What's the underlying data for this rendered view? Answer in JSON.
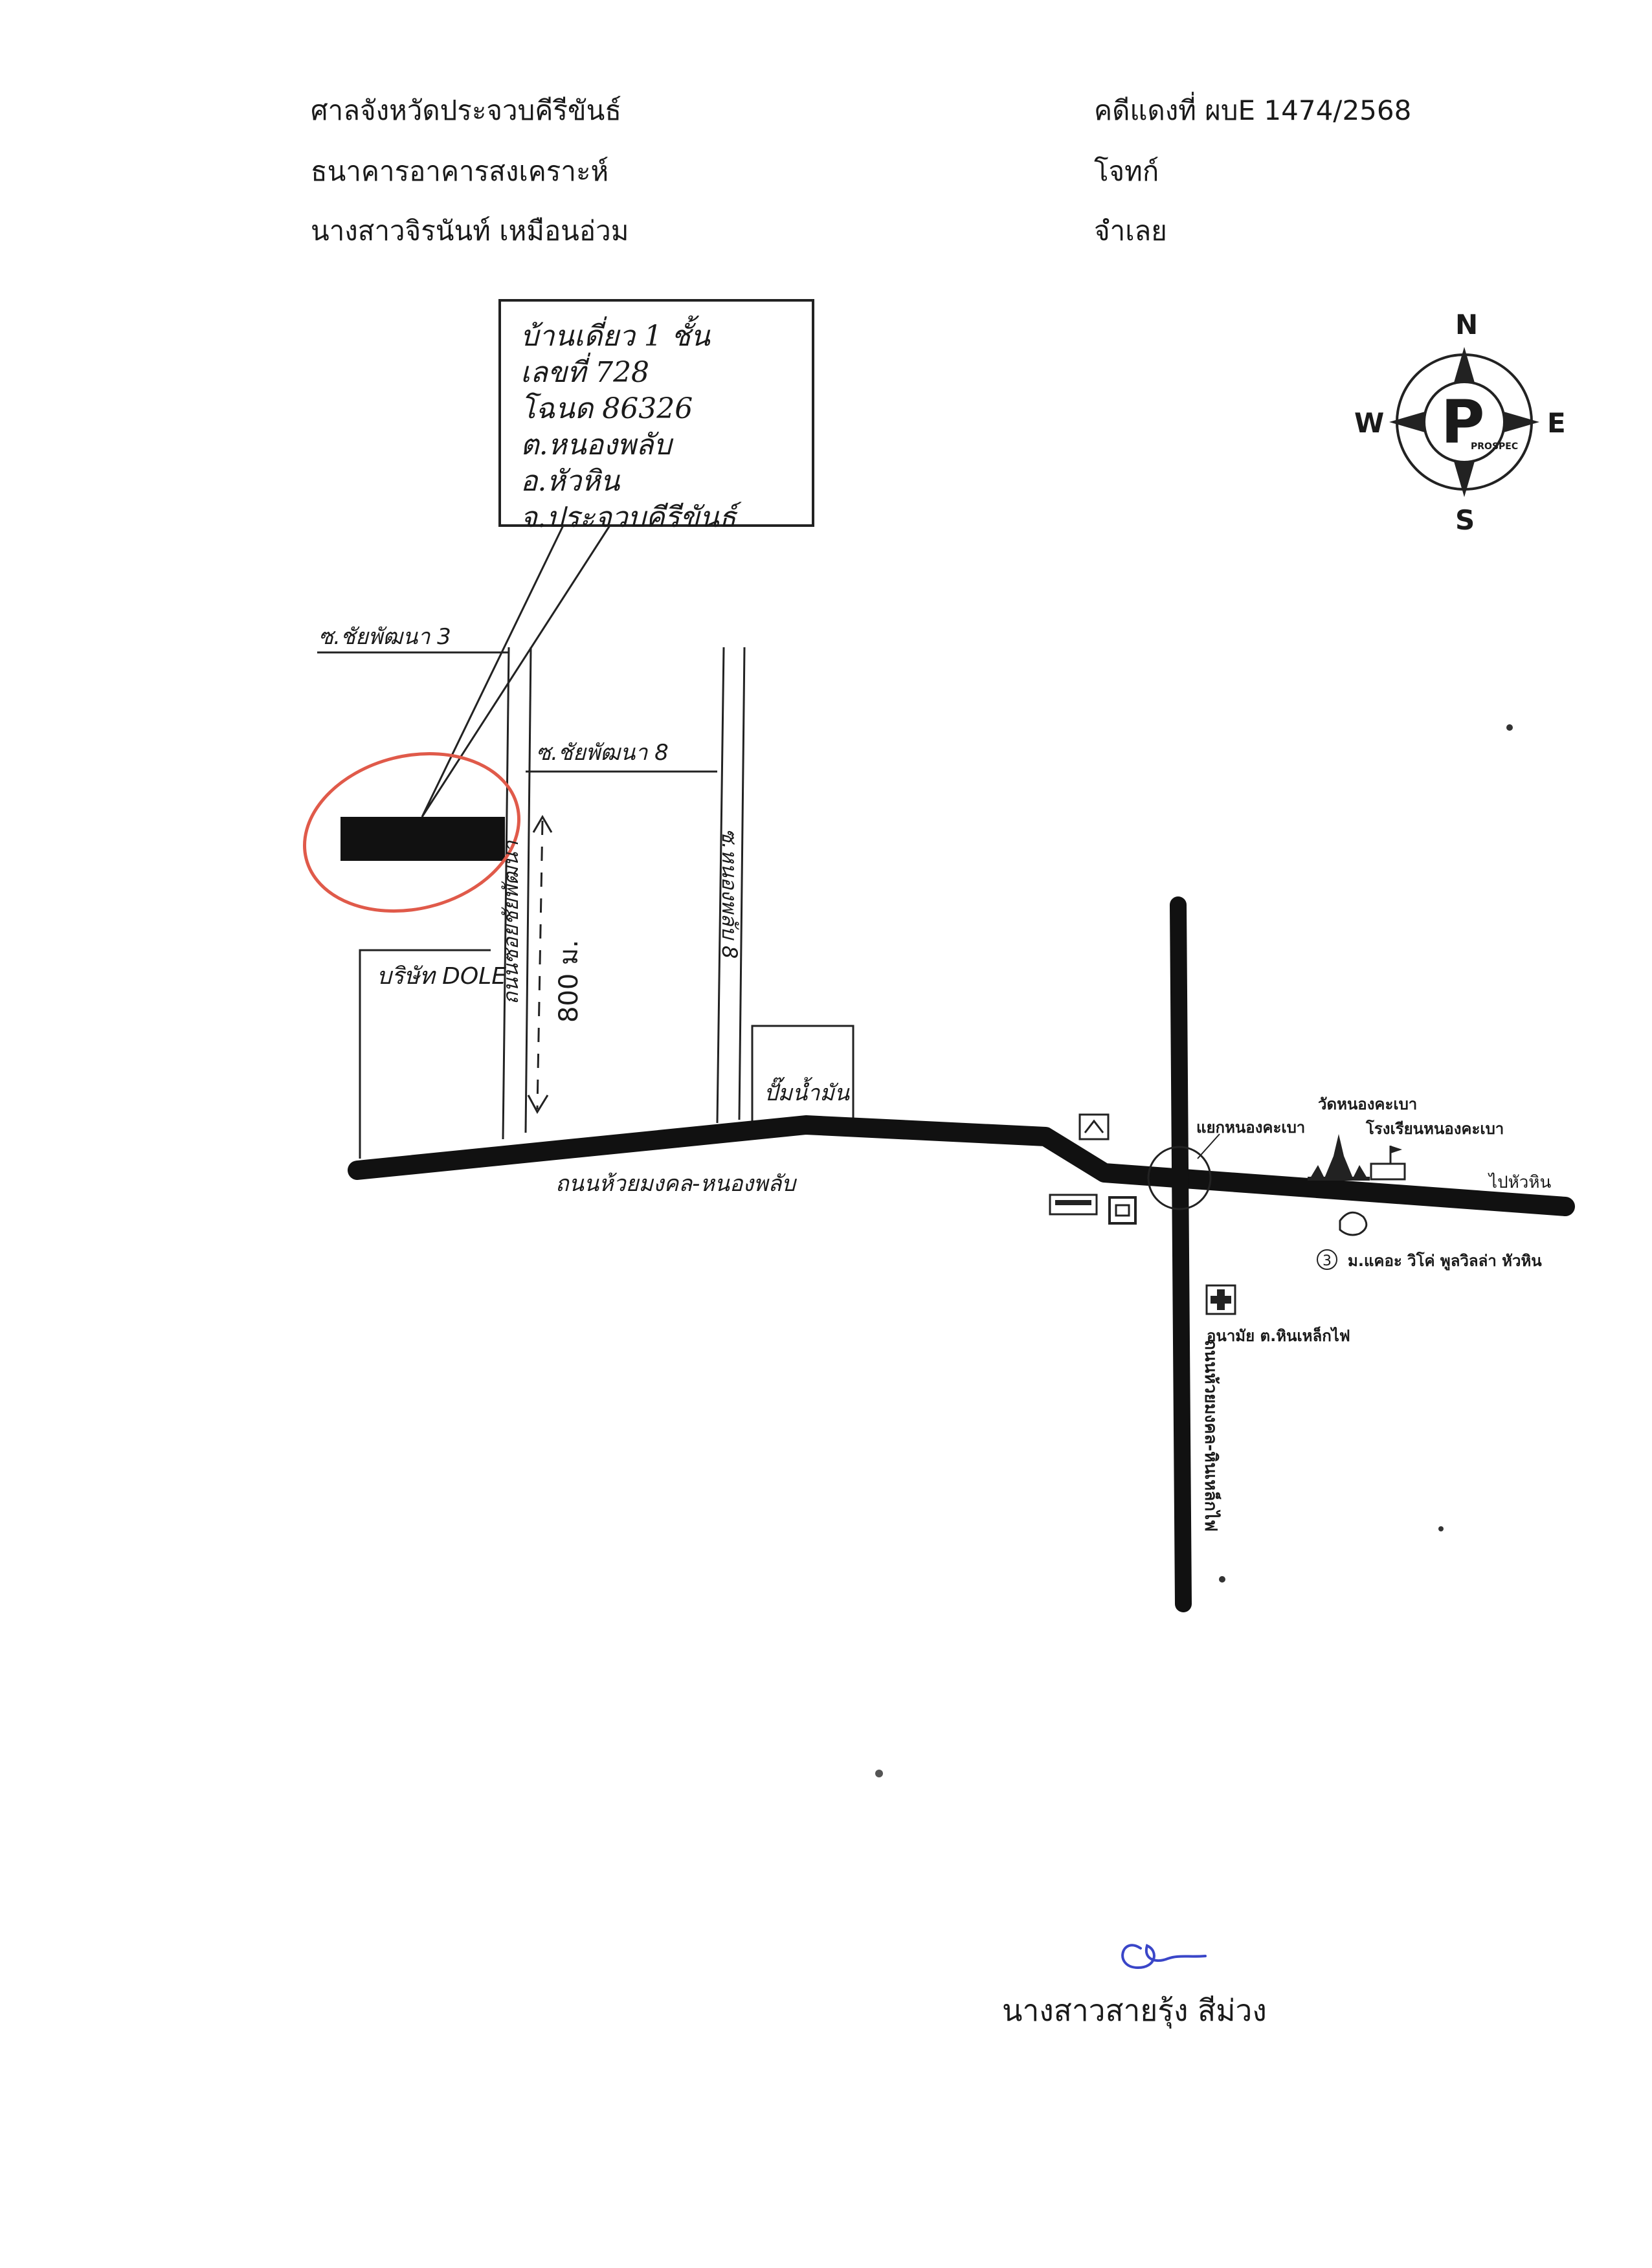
{
  "header": {
    "court": "ศาลจังหวัดประจวบคีรีขันธ์",
    "plaintiff_name": "ธนาคารอาคารสงเคราะห์",
    "defendant_name": "นางสาวจิรนันท์  เหมือนอ่วม",
    "case_number": "คดีแดงที่  ผบE 1474/2568",
    "plaintiff_role": "โจทก์",
    "defendant_role": "จำเลย"
  },
  "callout": {
    "lines": [
      "บ้านเดี่ยว 1 ชั้น",
      "เลขที่ 728",
      "โฉนด 86326",
      "ต.หนองพลับ",
      "อ.หัวหิน",
      "จ.ประจวบคีรีขันธ์"
    ]
  },
  "compass": {
    "north": "N",
    "south": "S",
    "east": "E",
    "west": "W",
    "logo_letter": "P",
    "logo_text": "PROSPEC"
  },
  "roads": {
    "soi_3": "ซ.ชัยพัฒนา 3",
    "soi_8": "ซ.ชัยพัฒนา 8",
    "main_soi": "ถนนซอยชัยพัฒนา",
    "nong_phlap_soi": "ซ.หนองพลับ 8",
    "main_road": "ถนนห้วยมงคล-หนองพลับ",
    "distance": "800 ม.",
    "vertical_highway": "ถนนห้วยมงคล-หินเหล็กไฟ",
    "to_hua_hin": "ไปหัวหิน"
  },
  "landmarks": {
    "dole": "บริษัท DOLE",
    "gas_station": "ปั๊มน้ำมัน",
    "intersection": "แยกหนองคะเบา",
    "temple": "วัดหนองคะเบา",
    "school": "โรงเรียนหนองคะเบา",
    "village": "ม.แคอะ วิโค่ พูลวิลล่า หัวหิน",
    "route_number": "3",
    "health_center": "อนามัย ต.หินเหล็กไฟ"
  },
  "signature": {
    "name": "นางสาวสายรุ้ง  สีม่วง"
  },
  "colors": {
    "ink": "#1a1a1a",
    "circle_marker": "#e05a4a",
    "signature_ink": "#3a46c8"
  }
}
